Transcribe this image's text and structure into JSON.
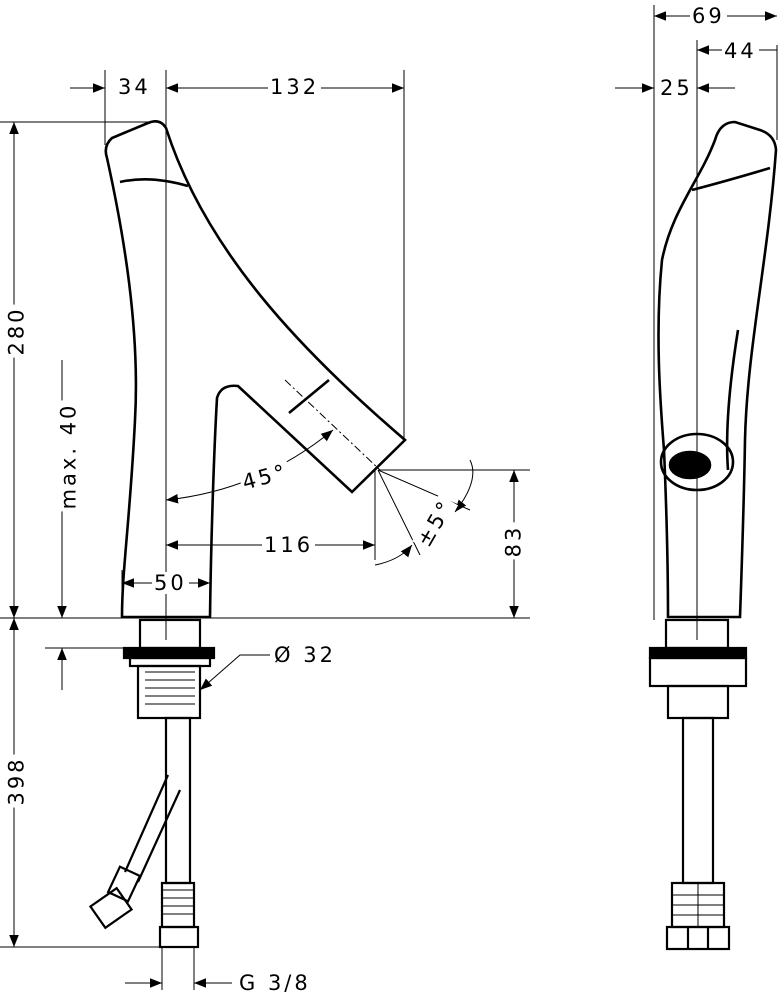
{
  "drawing": {
    "front_view": {
      "dim_offset_top": "34",
      "dim_spout_reach": "132",
      "dim_total_height": "280",
      "dim_max_lift": "max. 40",
      "dim_spout_angle": "45°",
      "dim_spout_projection": "116",
      "dim_swivel_tolerance": "±5°",
      "dim_spout_height": "83",
      "dim_base_width": "50",
      "dim_mount_diameter": "Ø 32",
      "dim_below_counter": "398",
      "dim_connection_thread": "G 3/8"
    },
    "side_view": {
      "dim_depth_total": "69",
      "dim_depth_rear": "44",
      "dim_depth_front": "25"
    }
  }
}
